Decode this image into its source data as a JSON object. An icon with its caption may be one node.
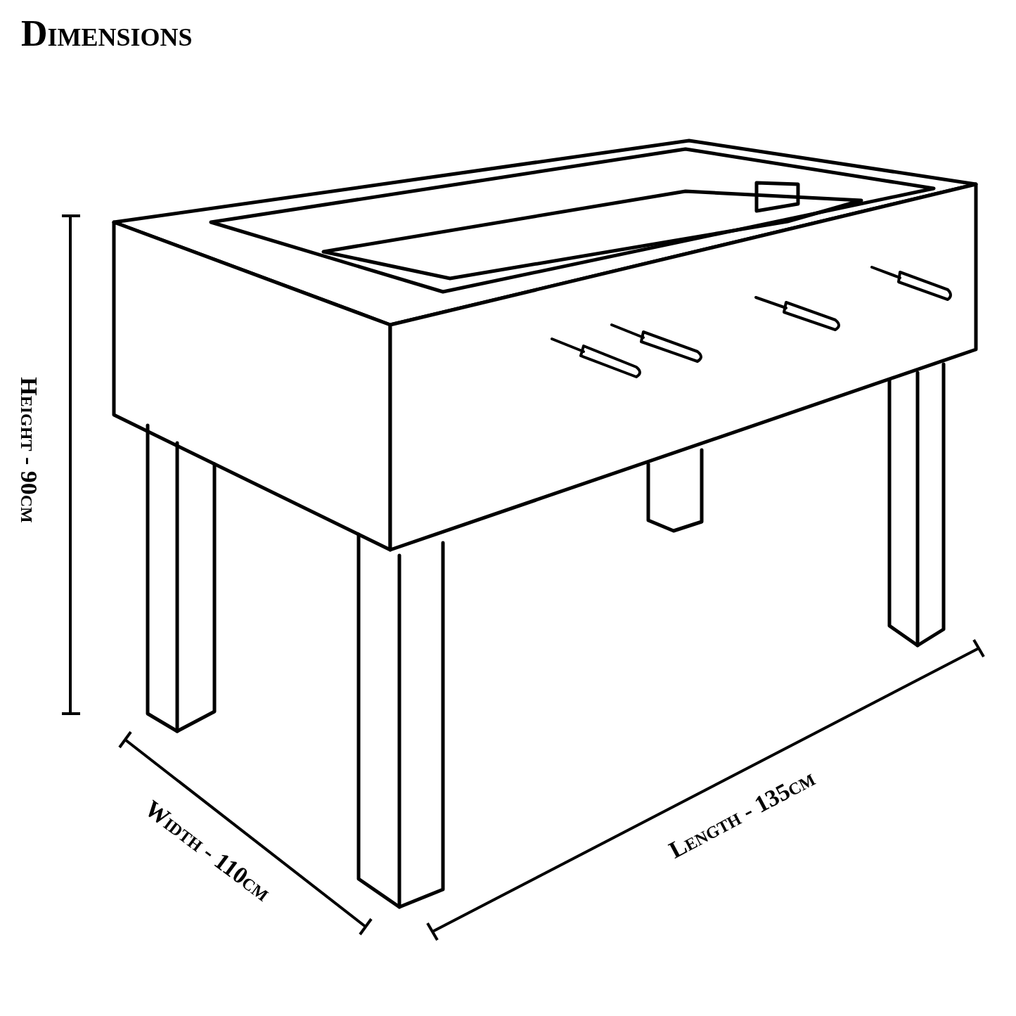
{
  "diagram": {
    "title": "Dimensions",
    "labels": [
      "Height - 90cm",
      "Width - 110cm",
      "Length - 135cm"
    ]
  }
}
